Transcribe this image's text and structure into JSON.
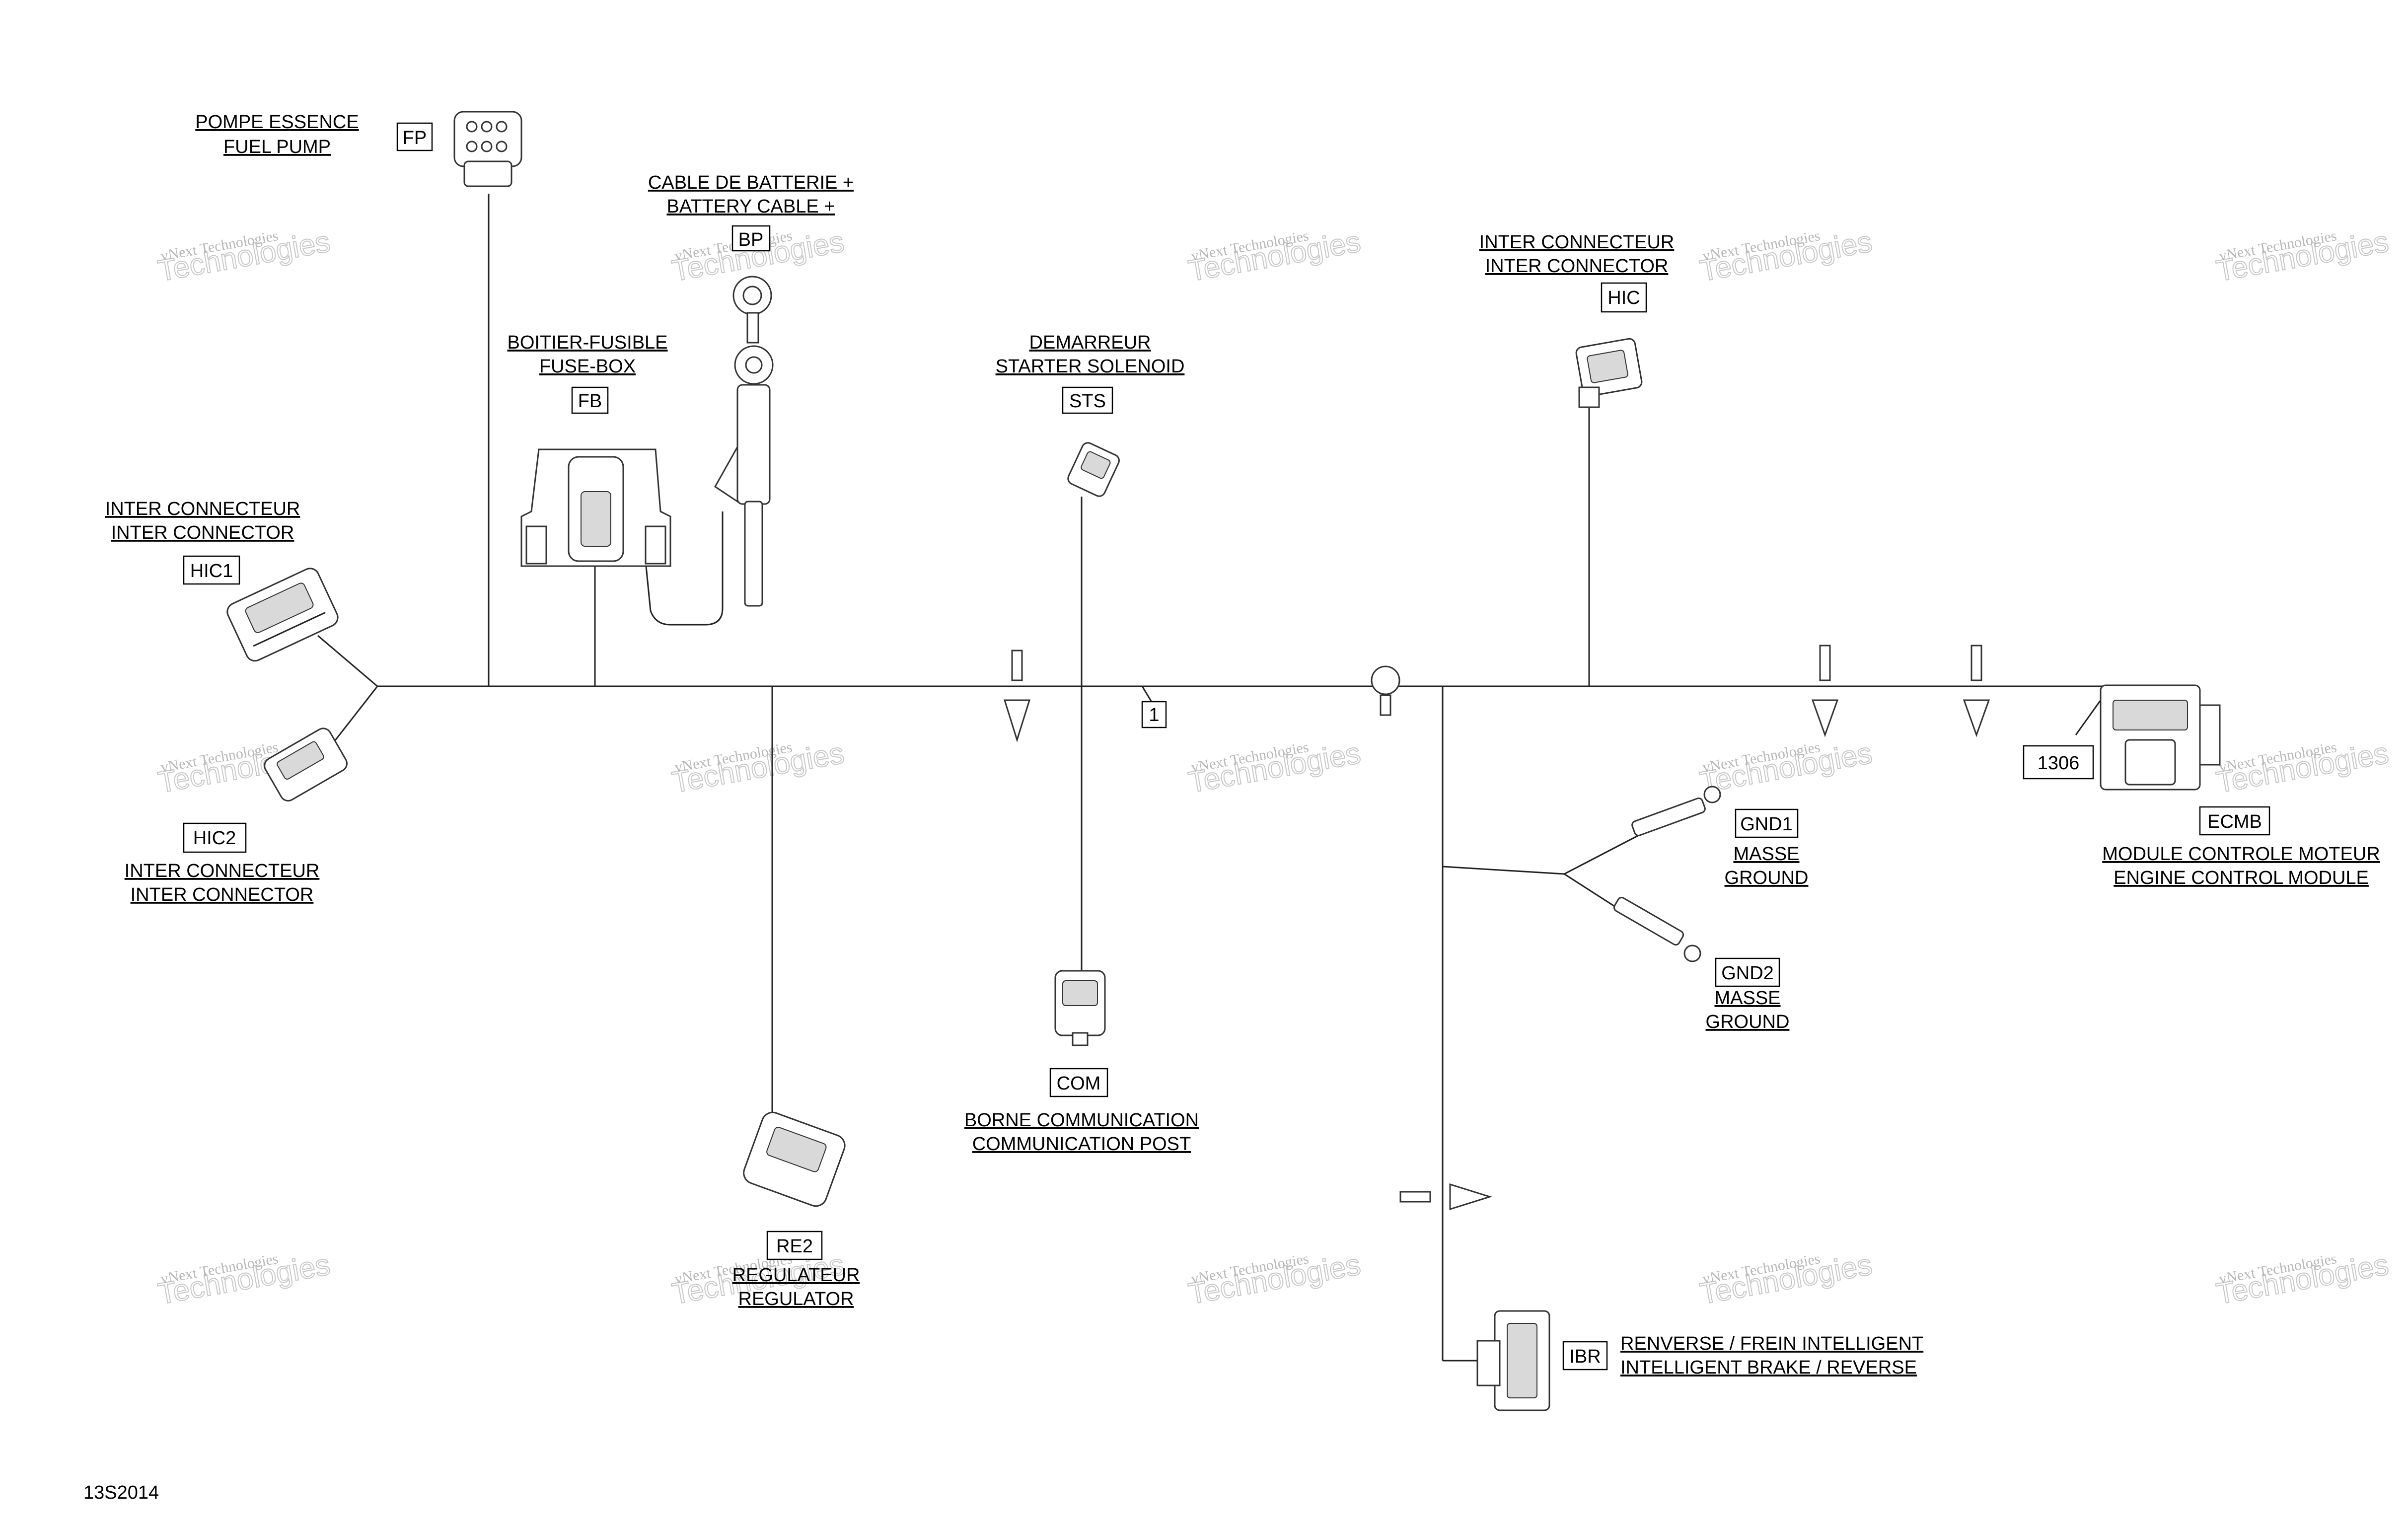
{
  "diagram": {
    "figure_id": "13S2014",
    "watermark": {
      "line1": "vNext Technologies",
      "line2": "Technologies"
    },
    "harness_ref": "1",
    "components": {
      "fp": {
        "code": "FP",
        "label_fr": "POMPE ESSENCE",
        "label_en": "FUEL PUMP"
      },
      "bp": {
        "code": "BP",
        "label_fr": "CABLE DE BATTERIE +",
        "label_en": "BATTERY CABLE +"
      },
      "fb": {
        "code": "FB",
        "label_fr": "BOITIER-FUSIBLE",
        "label_en": "FUSE-BOX"
      },
      "sts": {
        "code": "STS",
        "label_fr": "DEMARREUR",
        "label_en": "STARTER SOLENOID"
      },
      "hic": {
        "code": "HIC",
        "label_fr": "INTER CONNECTEUR",
        "label_en": "INTER CONNECTOR"
      },
      "hic1": {
        "code": "HIC1",
        "label_fr": "INTER CONNECTEUR",
        "label_en": "INTER CONNECTOR"
      },
      "hic2": {
        "code": "HIC2",
        "label_fr": "INTER CONNECTEUR",
        "label_en": "INTER CONNECTOR"
      },
      "gnd1": {
        "code": "GND1",
        "label_fr": "MASSE",
        "label_en": "GROUND"
      },
      "gnd2": {
        "code": "GND2",
        "label_fr": "MASSE",
        "label_en": "GROUND"
      },
      "ecmb": {
        "code": "ECMB",
        "label_fr": "MODULE CONTROLE MOTEUR",
        "label_en": "ENGINE CONTROL MODULE",
        "part_ref": "1306"
      },
      "com": {
        "code": "COM",
        "label_fr": "BORNE COMMUNICATION",
        "label_en": "COMMUNICATION POST"
      },
      "re2": {
        "code": "RE2",
        "label_fr": "REGULATEUR",
        "label_en": "REGULATOR"
      },
      "ibr": {
        "code": "IBR",
        "label_fr": "RENVERSE / FREIN INTELLIGENT",
        "label_en": "INTELLIGENT BRAKE / REVERSE"
      }
    }
  }
}
